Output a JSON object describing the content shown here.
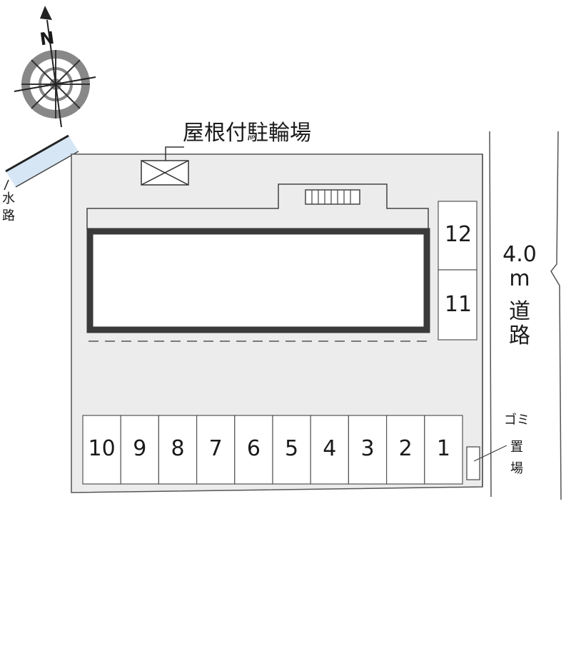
{
  "compass": {
    "north_label": "N"
  },
  "bicycle_parking": {
    "label": "屋根付駐輪場"
  },
  "waterway": {
    "label_line1": "水",
    "label_line2": "路"
  },
  "road": {
    "width_label": "4.0",
    "unit_label": "m",
    "label_line1": "道",
    "label_line2": "路"
  },
  "garbage": {
    "label_line1": "ゴミ",
    "label_line2": "置",
    "label_line3": "場"
  },
  "parking_spaces_bottom": [
    "10",
    "9",
    "8",
    "7",
    "6",
    "5",
    "4",
    "3",
    "2",
    "1"
  ],
  "parking_spaces_side": [
    "12",
    "11"
  ],
  "colors": {
    "lot": "#ececec",
    "lot_outline": "#555555",
    "building_wall": "#3a3a3a",
    "building_fill": "#ffffff",
    "water": "#d6e6f5",
    "compass_ring": "#888888"
  }
}
